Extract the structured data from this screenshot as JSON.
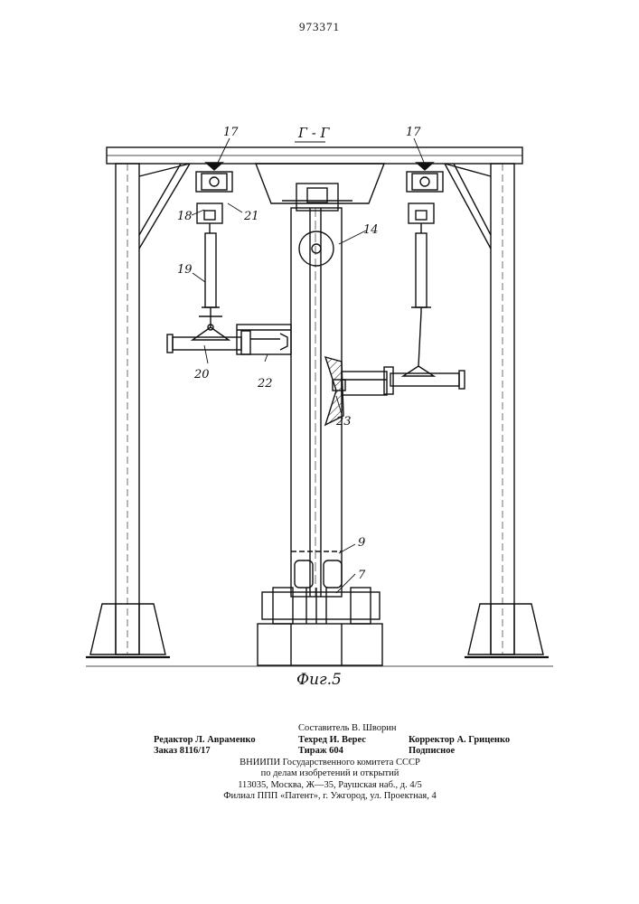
{
  "header": {
    "patent_number": "973371"
  },
  "figure": {
    "section_label": "Г - Г",
    "caption": "Фиг.5",
    "callouts": {
      "c17a": "17",
      "c17b": "17",
      "c18": "18",
      "c21": "21",
      "c14": "14",
      "c19": "19",
      "c20": "20",
      "c22": "22",
      "c23": "23",
      "c9": "9",
      "c7": "7"
    }
  },
  "colophon": {
    "editor": "Редактор Л. Авраменко",
    "compiler": "Составитель В. Шворин",
    "techred": "Техред И. Верес",
    "corrector": "Корректор А. Гриценко",
    "order": "Заказ 8116/17",
    "circulation": "Тираж 604",
    "subscription": "Подписное",
    "org_line1": "ВНИИПИ Государственного комитета СССР",
    "org_line2": "по делам изобретений и открытий",
    "address": "113035, Москва, Ж—35, Раушская наб., д. 4/5",
    "branch": "Филиал ППП «Патент», г. Ужгород, ул. Проектная, 4"
  }
}
